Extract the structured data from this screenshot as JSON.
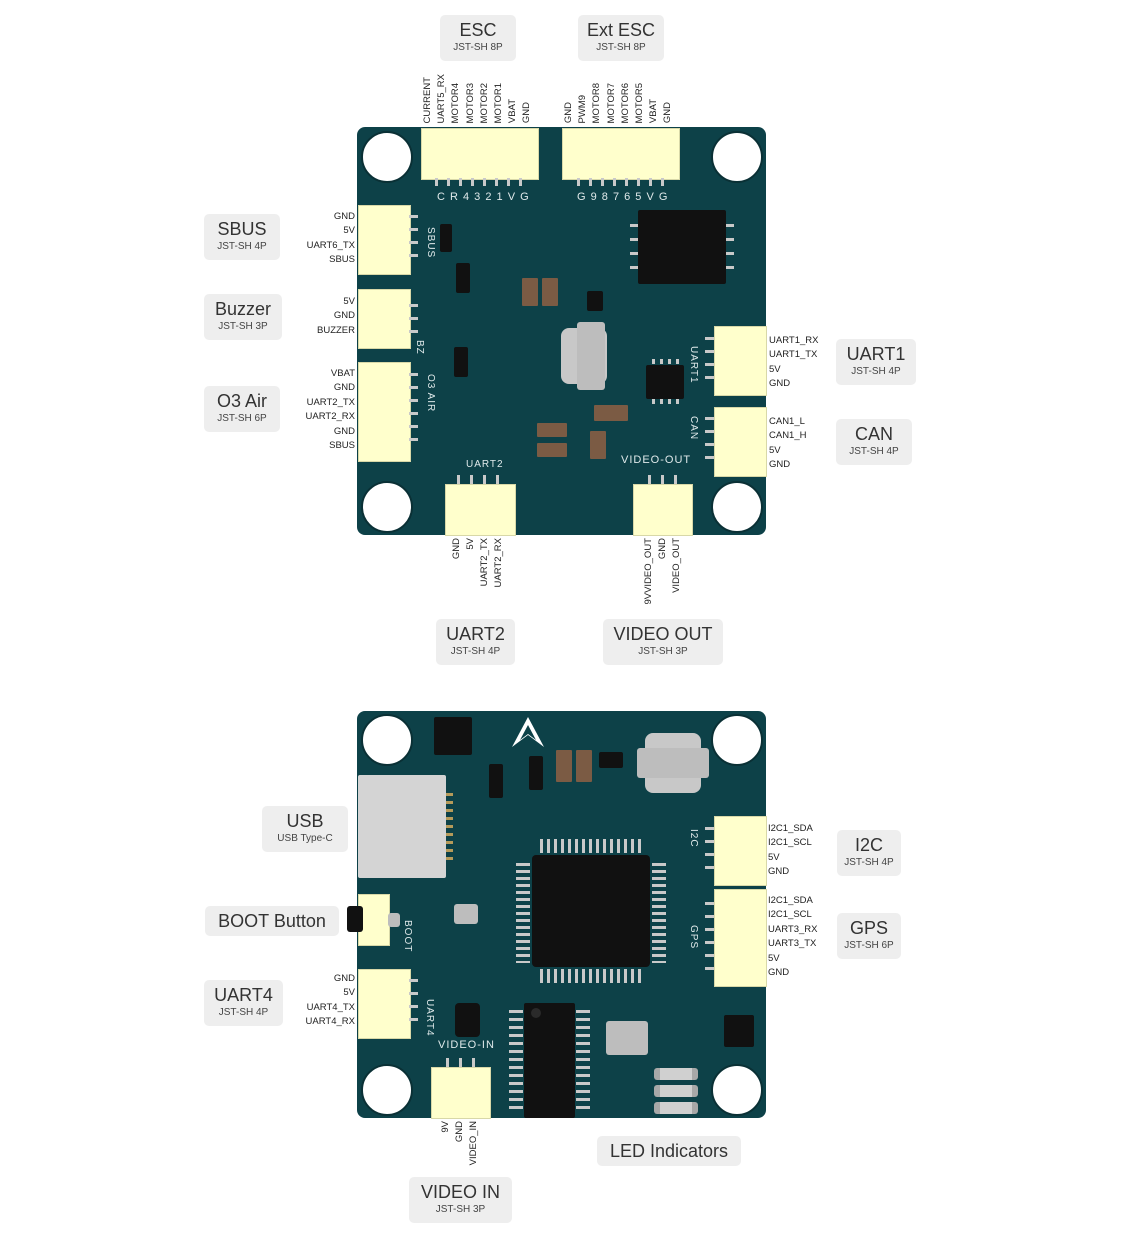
{
  "top": {
    "callouts": {
      "esc": {
        "title": "ESC",
        "sub": "JST-SH 8P"
      },
      "ext_esc": {
        "title": "Ext ESC",
        "sub": "JST-SH 8P"
      },
      "sbus": {
        "title": "SBUS",
        "sub": "JST-SH 4P"
      },
      "buzzer": {
        "title": "Buzzer",
        "sub": "JST-SH 3P"
      },
      "o3air": {
        "title": "O3 Air",
        "sub": "JST-SH 6P"
      },
      "uart1": {
        "title": "UART1",
        "sub": "JST-SH 4P"
      },
      "can": {
        "title": "CAN",
        "sub": "JST-SH 4P"
      },
      "uart2": {
        "title": "UART2",
        "sub": "JST-SH 4P"
      },
      "video_out": {
        "title": "VIDEO OUT",
        "sub": "JST-SH 3P"
      }
    },
    "pins": {
      "esc": [
        "CURRENT",
        "UART5_RX",
        "MOTOR4",
        "MOTOR3",
        "MOTOR2",
        "MOTOR1",
        "VBAT",
        "GND"
      ],
      "ext_esc": [
        "GND",
        "PWM9",
        "MOTOR8",
        "MOTOR7",
        "MOTOR6",
        "MOTOR5",
        "VBAT",
        "GND"
      ],
      "sbus": [
        "GND",
        "5V",
        "UART6_TX",
        "SBUS"
      ],
      "buzzer": [
        "5V",
        "GND",
        "BUZZER"
      ],
      "o3air": [
        "VBAT",
        "GND",
        "UART2_TX",
        "UART2_RX",
        "GND",
        "SBUS"
      ],
      "uart1": [
        "UART1_RX",
        "UART1_TX",
        "5V",
        "GND"
      ],
      "can": [
        "CAN1_L",
        "CAN1_H",
        "5V",
        "GND"
      ],
      "uart2": [
        "GND",
        "5V",
        "UART2_TX",
        "UART2_RX"
      ],
      "video_out": [
        "9VVIDEO_OUT",
        "GND",
        "VIDEO_OUT"
      ]
    },
    "silk": {
      "esc": "C R 4 3 2 1 V G",
      "ext_esc": "G 9 8 7 6 5 V G",
      "sbus": "SBUS",
      "bz": "BZ",
      "o3air": "O3 AIR",
      "uart1": "UART1",
      "can": "CAN",
      "uart2": "UART2",
      "video_out": "VIDEO-OUT"
    }
  },
  "bottom": {
    "callouts": {
      "usb": {
        "title": "USB",
        "sub": "USB Type-C"
      },
      "boot": {
        "title": "BOOT Button"
      },
      "uart4": {
        "title": "UART4",
        "sub": "JST-SH 4P"
      },
      "i2c": {
        "title": "I2C",
        "sub": "JST-SH 4P"
      },
      "gps": {
        "title": "GPS",
        "sub": "JST-SH 6P"
      },
      "led": {
        "title": "LED Indicators"
      },
      "video_in": {
        "title": "VIDEO IN",
        "sub": "JST-SH 3P"
      }
    },
    "pins": {
      "uart4": [
        "GND",
        "5V",
        "UART4_TX",
        "UART4_RX"
      ],
      "i2c": [
        "I2C1_SDA",
        "I2C1_SCL",
        "5V",
        "GND"
      ],
      "gps": [
        "I2C1_SDA",
        "I2C1_SCL",
        "UART3_RX",
        "UART3_TX",
        "5V",
        "GND"
      ],
      "video_in": [
        "9V",
        "GND",
        "VIDEO_IN"
      ]
    },
    "silk": {
      "i2c": "I2C",
      "gps": "GPS",
      "boot": "BOOT",
      "uart4": "UART4",
      "video_in": "VIDEO-IN"
    }
  }
}
